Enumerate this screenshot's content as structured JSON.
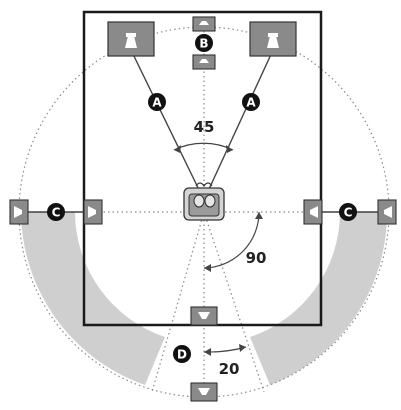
{
  "badges": {
    "a": "A",
    "b": "B",
    "c": "C",
    "d": "D"
  },
  "angles": {
    "front": "45",
    "side": "90",
    "rear": "20"
  },
  "colors": {
    "room_outline": "#1a1a1a",
    "speaker_fill": "#8a8a8a",
    "speaker_cone": "#ffffff",
    "badge_fill": "#111111",
    "badge_text": "#ffffff",
    "rear_zone_fill": "#cfcfcf",
    "guide_dots": "#8a8a8a"
  },
  "icons": {
    "front_speaker": "speaker-facing-down-icon",
    "center_speaker": "speaker-facing-down-icon",
    "side_speaker": "speaker-facing-side-icon",
    "rear_speaker": "speaker-facing-up-icon",
    "listener": "listener-on-chair-icon"
  }
}
